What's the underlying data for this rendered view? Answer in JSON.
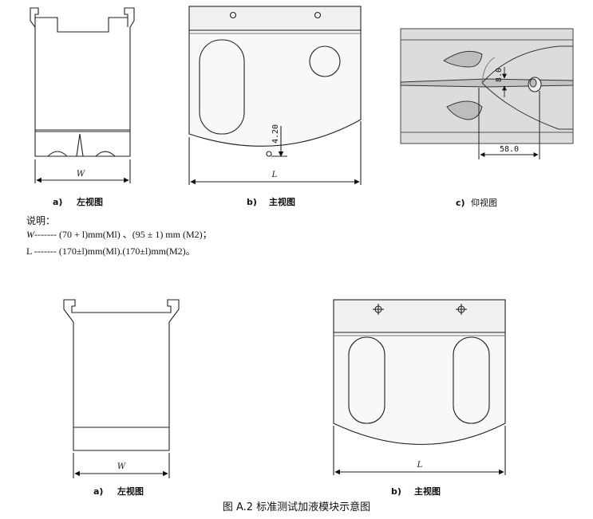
{
  "top_row": {
    "a": {
      "label": "a)",
      "title": "左视图",
      "dim_width": "W"
    },
    "b": {
      "label": "b)",
      "title": "主视图",
      "dim_height": "4.20",
      "dim_length": "L"
    },
    "c": {
      "label": "c)",
      "title": "仰视图",
      "dim_vertical": "8.0",
      "dim_horizontal": "58.0"
    }
  },
  "notes": {
    "heading": "说明：",
    "line1_var": "W",
    "line1_text": "------- (70 + l)mm(Ml) 、(95 ± 1) mm (M2)；",
    "line2_text": "L ------- (170±l)mm(Ml).(170±l)mm(M2)。"
  },
  "bottom_row": {
    "a": {
      "label": "a)",
      "title": "左视图",
      "dim_width": "W"
    },
    "b": {
      "label": "b)",
      "title": "主视图",
      "dim_length": "L"
    }
  },
  "caption": "图 A.2 标准测试加液模块示意图"
}
